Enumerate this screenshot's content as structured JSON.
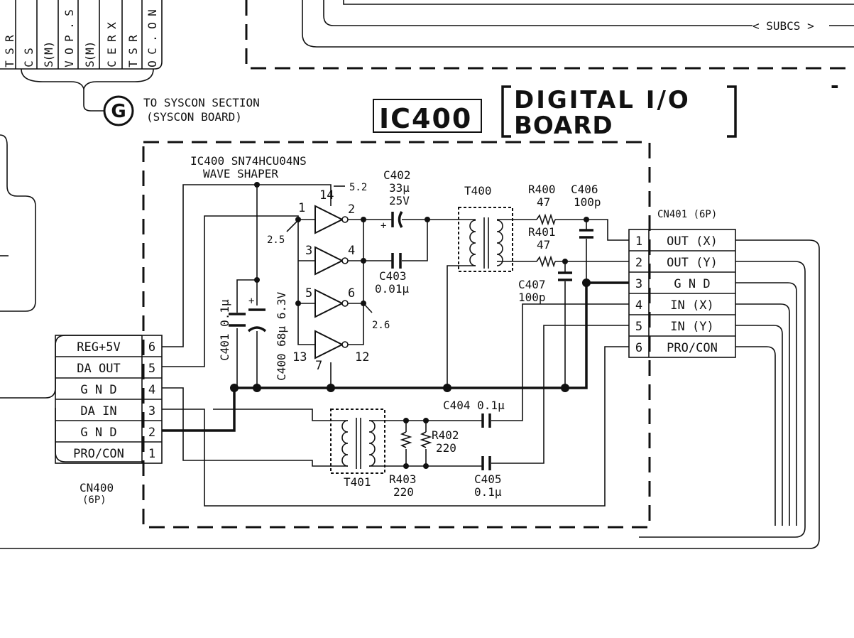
{
  "top_left_table": {
    "columns": [
      [
        "R",
        "S",
        "T"
      ],
      [
        "S",
        "C"
      ],
      [
        "(M)",
        "S"
      ],
      [
        "S",
        ".",
        "P",
        "O",
        "V"
      ],
      [
        "(M)",
        "S"
      ],
      [
        "X",
        "R",
        "E",
        "C"
      ],
      [
        "R",
        "S",
        "T"
      ],
      [
        "N",
        "O",
        ".",
        "C",
        "O"
      ]
    ]
  },
  "subcs_label": "< SUBCS >",
  "syscon": {
    "marker": "G",
    "line1": "TO SYSCON SECTION",
    "line2": "(SYSCON BOARD)"
  },
  "header": {
    "ic_box": "IC400",
    "title_line1": "DIGITAL I/O",
    "title_line2": "BOARD"
  },
  "ic400": {
    "part": "IC400 SN74HCU04NS",
    "function": "WAVE SHAPER"
  },
  "voltages": {
    "v52": "5.2",
    "v25": "2.5",
    "v26": "2.6"
  },
  "ic_pins": {
    "p1": "1",
    "p2": "2",
    "p3": "3",
    "p4": "4",
    "p5": "5",
    "p6": "6",
    "p7": "7",
    "p12": "12",
    "p13": "13",
    "p14": "14"
  },
  "components": {
    "c402": {
      "ref": "C402",
      "value": "33µ",
      "voltage": "25V"
    },
    "c403": {
      "ref": "C403",
      "value": "0.01µ"
    },
    "t400": {
      "ref": "T400"
    },
    "r400": {
      "ref": "R400",
      "value": "47"
    },
    "r401": {
      "ref": "R401",
      "value": "47"
    },
    "c406": {
      "ref": "C406",
      "value": "100p"
    },
    "c407": {
      "ref": "C407",
      "value": "100p"
    },
    "c401": {
      "ref": "C401 0.1µ"
    },
    "c400": {
      "ref": "C400 68µ 6.3V"
    },
    "c404": {
      "ref": "C404 0.1µ"
    },
    "c405": {
      "ref": "C405",
      "value": "0.1µ"
    },
    "t401": {
      "ref": "T401"
    },
    "r402": {
      "ref": "R402",
      "value": "220"
    },
    "r403": {
      "ref": "R403",
      "value": "220"
    }
  },
  "cn401": {
    "label": "CN401 (6P)",
    "pins": [
      {
        "num": "1",
        "name": "OUT (X)"
      },
      {
        "num": "2",
        "name": "OUT (Y)"
      },
      {
        "num": "3",
        "name": "G N D"
      },
      {
        "num": "4",
        "name": "IN (X)"
      },
      {
        "num": "5",
        "name": "IN (Y)"
      },
      {
        "num": "6",
        "name": "PRO/CON"
      }
    ]
  },
  "cn400": {
    "label": "CN400",
    "label2": "(6P)",
    "pins": [
      {
        "num": "6",
        "name": "REG+5V"
      },
      {
        "num": "5",
        "name": "DA OUT"
      },
      {
        "num": "4",
        "name": "G N D"
      },
      {
        "num": "3",
        "name": "DA IN"
      },
      {
        "num": "2",
        "name": "G N D"
      },
      {
        "num": "1",
        "name": "PRO/CON"
      }
    ]
  },
  "corner_mark": "-"
}
